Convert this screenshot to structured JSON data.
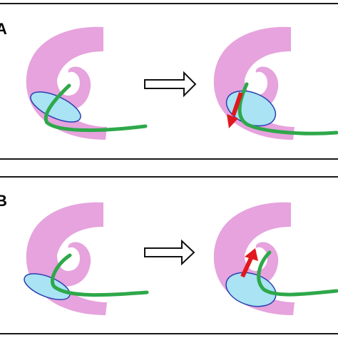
{
  "panels": [
    {
      "label": "A",
      "arrow_direction": "down"
    },
    {
      "label": "B",
      "arrow_direction": "up"
    }
  ],
  "colors": {
    "tissue": "#e6a3dd",
    "ellipse_fill": "#a9e3f4",
    "ellipse_stroke": "#2a3fb0",
    "curve": "#2ea84a",
    "move_arrow": "#e0181e",
    "transition_arrow_stroke": "#111111",
    "border": "#1a1a1a"
  }
}
